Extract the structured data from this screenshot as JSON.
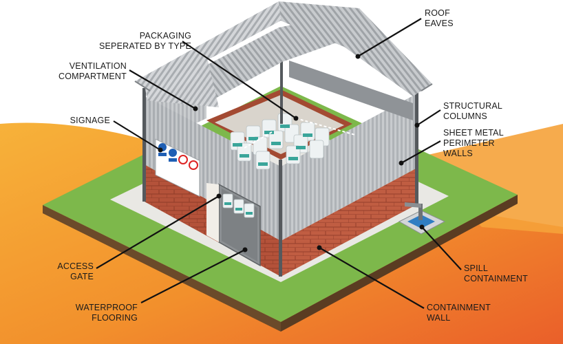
{
  "labels": {
    "packaging": [
      "PACKAGING",
      "SEPERATED BY TYPE"
    ],
    "roof": [
      "ROOF",
      "EAVES"
    ],
    "ventilation": [
      "VENTILATION",
      "COMPARTMENT"
    ],
    "signage": [
      "SIGNAGE"
    ],
    "columns": [
      "STRUCTURAL",
      "COLUMNS"
    ],
    "walls": [
      "SHEET METAL",
      "PERIMETER",
      "WALLS"
    ],
    "access": [
      "ACCESS",
      "GATE"
    ],
    "spill": [
      "SPILL",
      "CONTAINMENT"
    ],
    "flooring": [
      "WATERPROOF",
      "FLOORING"
    ],
    "containment": [
      "CONTAINMENT",
      "WALL"
    ]
  },
  "colors": {
    "background_orange": "#f39a2e",
    "background_red": "#ec6a2b",
    "grass": "#7cb74a",
    "soil": "#6b4a2a",
    "brick": "#b5533a",
    "roof_metal": "#b9bcbf",
    "wall_metal": "#c5c8cb",
    "containers": "#e9eef0",
    "container_accent": "#3aa59a",
    "door": "#8d9194"
  }
}
